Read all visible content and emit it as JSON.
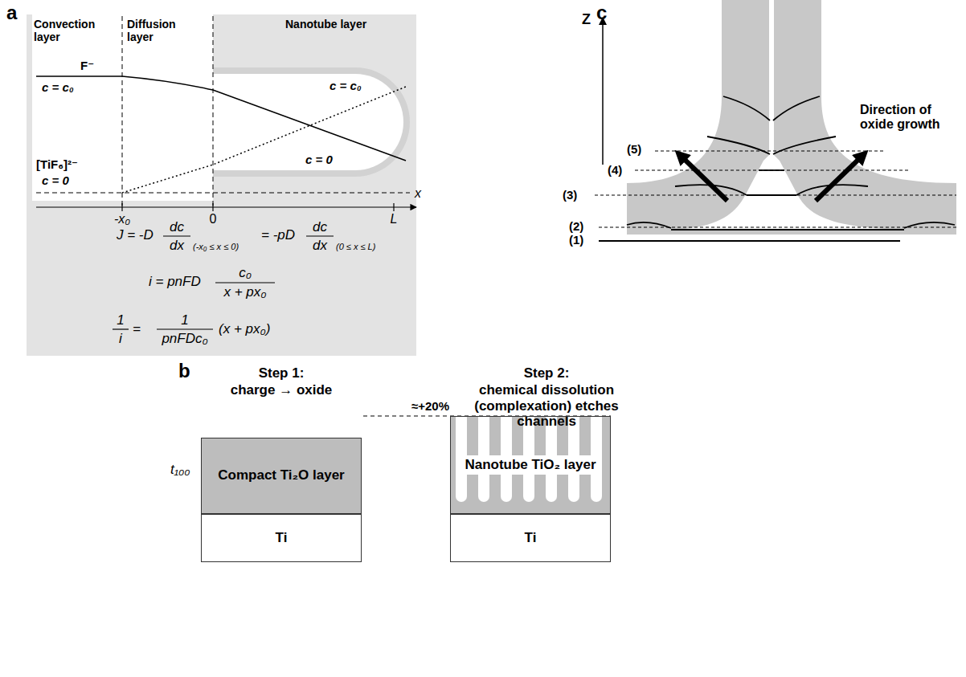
{
  "diagram": {
    "nodes": [
      {
        "text": [
          "Compact Ti₂O layer"
        ]
      },
      {
        "text": [
          "Ti"
        ]
      },
      {
        "text": [
          "Nanotube TiO₂ layer"
        ]
      },
      {
        "text": [
          "Ti"
        ]
      }
    ],
    "labels": [
      "a",
      "Convection layer",
      "Diffusion layer",
      "Nanotube layer",
      "F⁻",
      "c = c₀",
      "c = c₀",
      "c = 0",
      "[TiF₆]²⁻",
      "c = 0",
      "-x₀",
      "0",
      "L",
      "x",
      "J = -D",
      "dc",
      "dx",
      "(-x₀ ≤ x ≤ 0)",
      "= -pD",
      "dc",
      "dx",
      "(0 ≤ x ≤ L)",
      "i = pnFD",
      "c₀",
      "x + px₀",
      "1",
      "i",
      "=",
      "1",
      "pnFDc₀",
      "(x + px₀)",
      "b",
      "Step 1:",
      "charge → oxide",
      "Step 2:",
      "chemical dissolution (complexation) etches channels",
      "≈+20%",
      "t₁₀₀",
      "c",
      "Z",
      "(1)",
      "(2)",
      "(3)",
      "(4)",
      "(5)",
      "Direction of oxide growth"
    ]
  }
}
